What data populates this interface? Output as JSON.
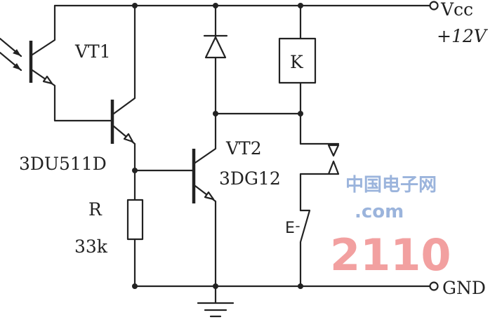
{
  "diagram": {
    "phototransistor_label": "VT1",
    "darlington_part": "3DU511D",
    "output_transistor_label": "VT2",
    "output_transistor_part": "3DG12",
    "resistor_label": "R",
    "resistor_value": "33k",
    "relay_label": "K",
    "switch_label": "E",
    "supply_label": "Vcc",
    "supply_voltage": "+12V",
    "ground_label": "GND"
  },
  "watermark": {
    "number": "2110",
    "domain": ".com",
    "site": "中国电子网"
  }
}
